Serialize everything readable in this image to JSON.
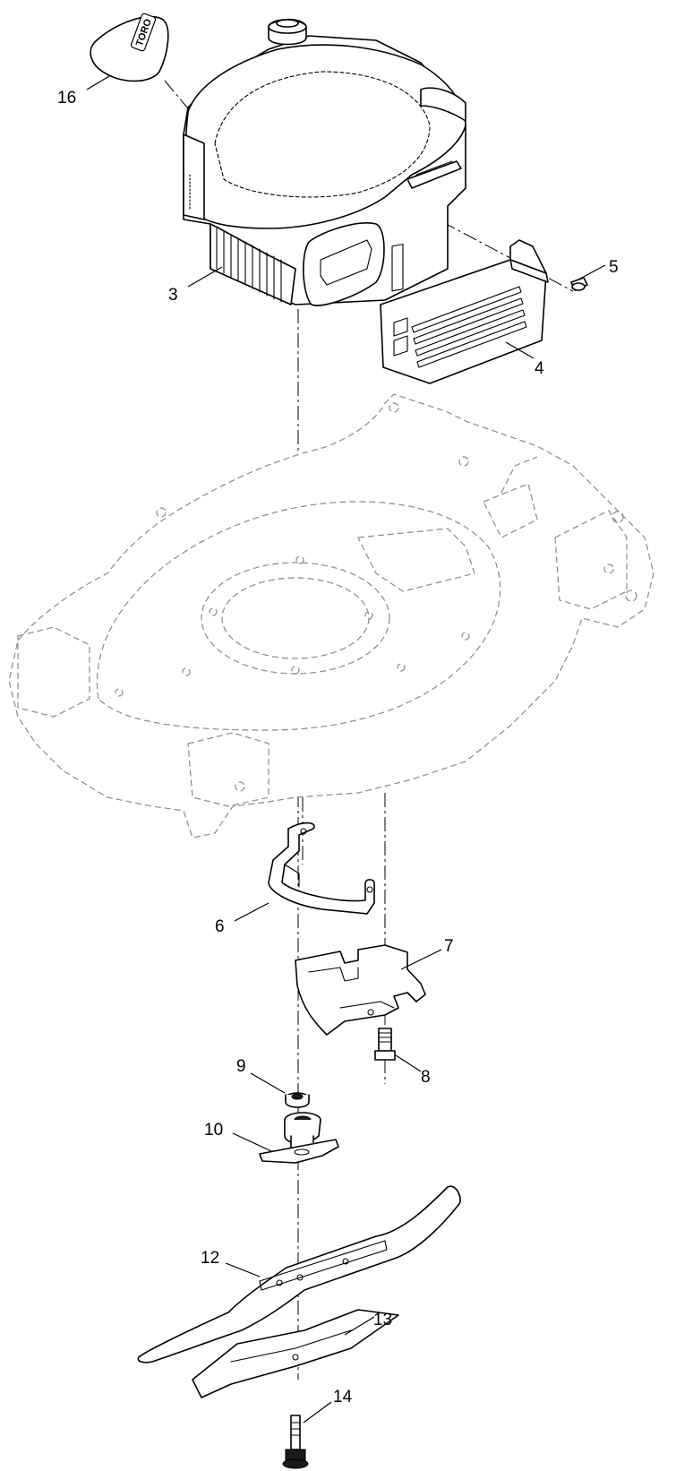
{
  "callouts": {
    "c16": "16",
    "c3": "3",
    "c5": "5",
    "c4": "4",
    "c6": "6",
    "c7": "7",
    "c9": "9",
    "c8": "8",
    "c10": "10",
    "c12": "12",
    "c13": "13",
    "c14": "14"
  },
  "decal_logo_text": "TORO",
  "colors": {
    "line": "#000000",
    "deck_dashed": "#8a8a8a",
    "background": "#ffffff"
  }
}
